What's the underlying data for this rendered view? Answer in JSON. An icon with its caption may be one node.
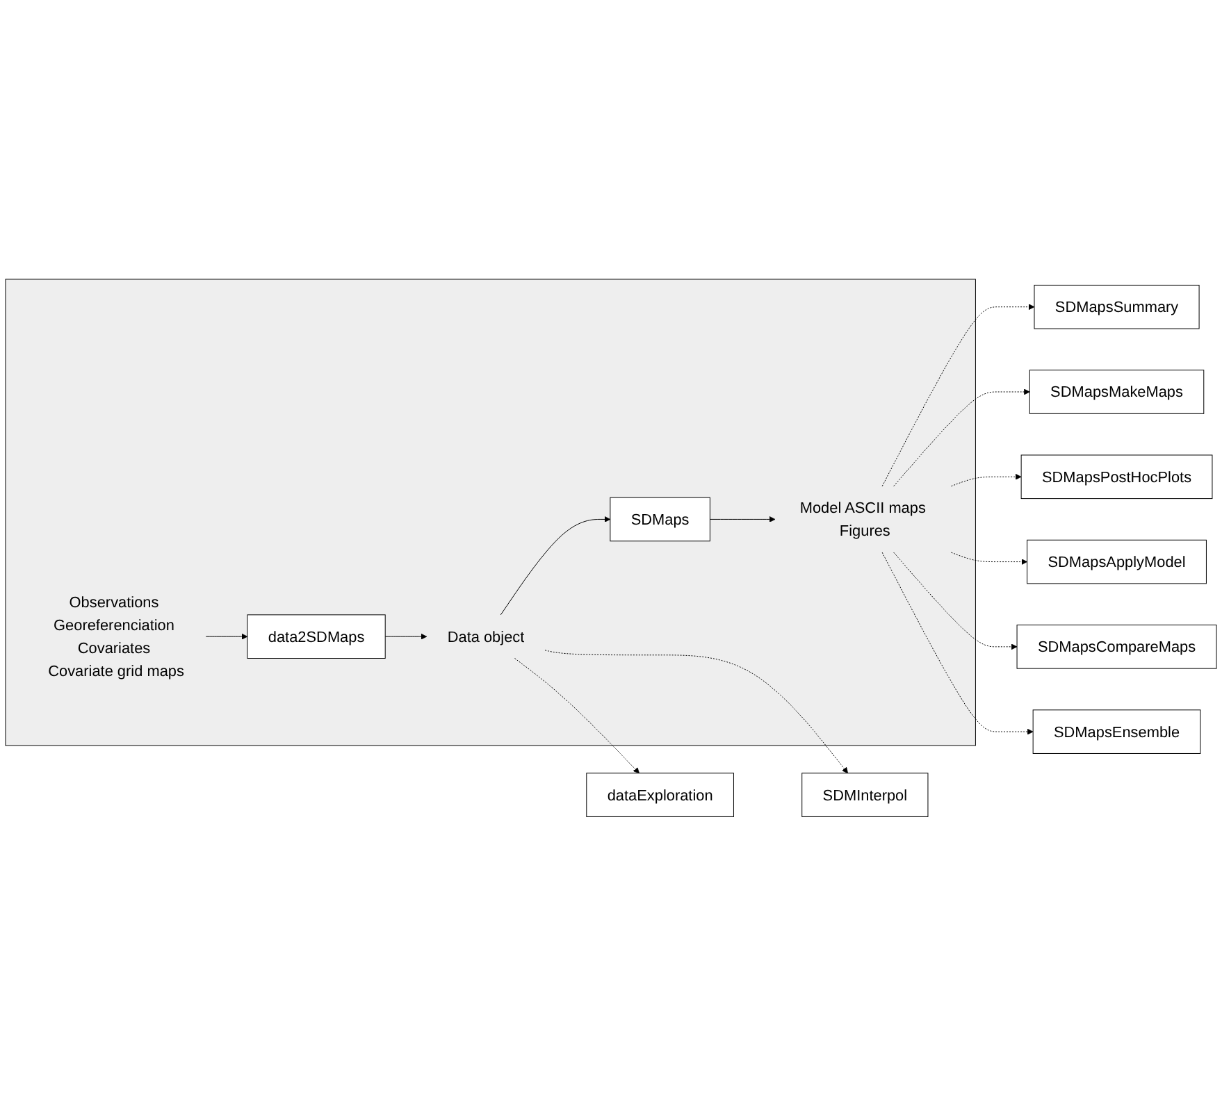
{
  "diagram": {
    "nodes": [
      {
        "text": [],
        "shape": "box"
      },
      {
        "text": [
          "Observations Georeferenciation Covariates Covariate grid maps"
        ],
        "in": 0
      },
      {
        "text": [
          "data2SDMaps"
        ],
        "in": 0
      },
      {
        "text": [
          "Data object"
        ],
        "in": 0
      },
      {
        "text": [
          "SDMaps"
        ],
        "in": 0
      },
      {
        "text": [
          "Model ASCII maps Figures"
        ],
        "in": 0
      },
      {
        "text": [
          "dataExploration"
        ]
      },
      {
        "text": [
          "SDMInterpol"
        ]
      },
      {
        "text": [
          "SDMapsSummary"
        ]
      },
      {
        "text": [
          "SDMapsMakeMaps"
        ]
      },
      {
        "text": [
          "SDMapsPostHocPlots"
        ]
      },
      {
        "text": [
          "SDMapsApplyModel"
        ]
      },
      {
        "text": [
          "SDMapsCompareMaps"
        ]
      },
      {
        "text": [
          "SDMapsEnsemble"
        ]
      }
    ],
    "edges": [
      {
        "from": 1,
        "to": 2,
        "arrow": "to"
      },
      {
        "from": 2,
        "to": 3,
        "arrow": "to"
      },
      {
        "from": 3,
        "to": 4,
        "arrow": "to"
      },
      {
        "from": 4,
        "to": 5,
        "arrow": "to"
      },
      {
        "from": 3,
        "to": 6,
        "arrow": "to",
        "style": "dashed"
      },
      {
        "from": 3,
        "to": 7,
        "arrow": "to",
        "style": "dashed"
      },
      {
        "from": 5,
        "to": 8,
        "arrow": "to",
        "style": "dashed"
      },
      {
        "from": 5,
        "to": 9,
        "arrow": "to",
        "style": "dashed"
      },
      {
        "from": 5,
        "to": 10,
        "arrow": "to",
        "style": "dashed"
      },
      {
        "from": 5,
        "to": 11,
        "arrow": "to",
        "style": "dashed"
      },
      {
        "from": 5,
        "to": 12,
        "arrow": "to",
        "style": "dashed"
      },
      {
        "from": 5,
        "to": 13,
        "arrow": "to",
        "style": "dashed"
      }
    ]
  }
}
